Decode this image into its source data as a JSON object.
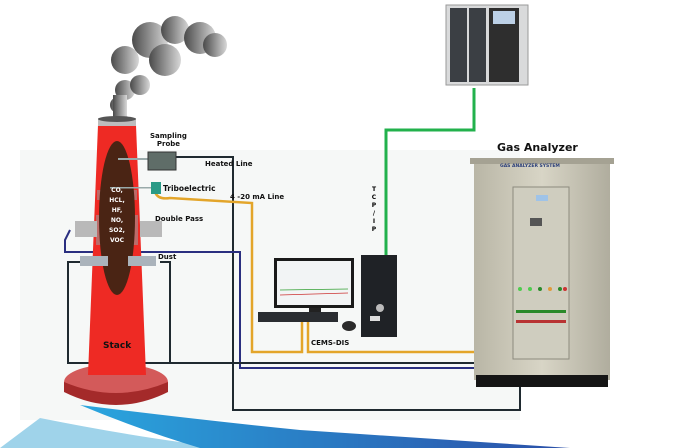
{
  "diagram": {
    "title": "CEMS Gas Analyzer System Diagram",
    "labels": {
      "sampling_probe": "Sampling\nProbe",
      "sampling_probe_l1": "Sampling",
      "sampling_probe_l2": "Probe",
      "heated_line": "Heated Line",
      "triboelectric": "Triboelectric",
      "ma_line": "4 -20 mA Line",
      "double_pass": "Double Pass",
      "dust": "Dust",
      "stack": "Stack",
      "cems_dis": "CEMS-DIS",
      "tcp_ip": [
        "T",
        "C",
        "P",
        "/",
        "I",
        "P"
      ],
      "gas_analyzer": "Gas Analyzer",
      "cabinet_brand": "GAS ANALYZER SYSTEM"
    },
    "gases": [
      "CO,",
      "HCL,",
      "HF,",
      "NO,",
      "SO2,",
      "VOC"
    ],
    "colors": {
      "stack_red": "#ee2a24",
      "stack_base": "#d35a5a",
      "flue": "#4a2414",
      "heated_line": "#1f2a30",
      "ma_line": "#e3a52a",
      "double_pass_line": "#2a2f80",
      "tcp_line": "#22b14c",
      "swoosh_light": "#9fd3ea",
      "swoosh_dark": "#2b4fa8"
    }
  }
}
